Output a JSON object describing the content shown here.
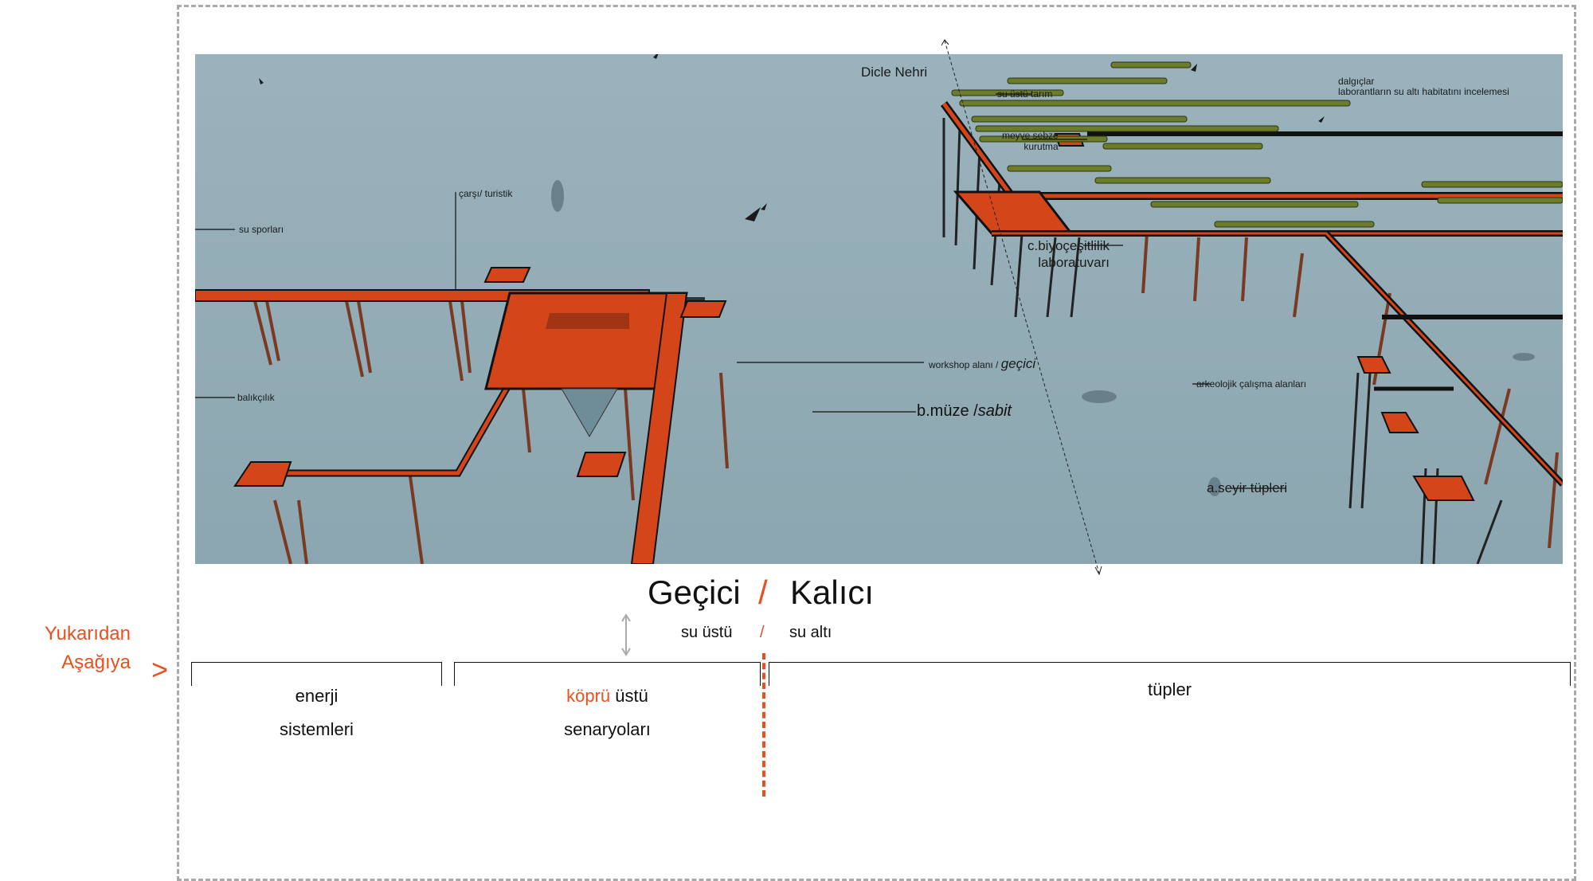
{
  "diagram": {
    "river_label": "Dicle Nehri",
    "annotations": {
      "su_sporlari": "su sporları",
      "carsi": "çarşı/ turistik",
      "balikcilik": "balıkçılık",
      "workshop": "workshop alanı /",
      "workshop_type": "geçici",
      "muze": "b.müze /",
      "muze_type": "sabit",
      "su_ustu_tarim": "su üstü tarım",
      "dalgiclar_1": "dalgıçlar",
      "dalgiclar_2": "laborantların su altı habitatını incelemesi",
      "meyve_1": "meyve sebze",
      "meyve_2": "kurutma",
      "biyo_1": "c.biyoçeşitlilik",
      "biyo_2": "laboratuvarı",
      "arkeo": "arkeolojik çalışma alanları",
      "seyir": "a.seyir tüpleri"
    }
  },
  "heading": {
    "left": "Geçici",
    "sep": "/",
    "right": "Kalıcı",
    "sub_left": "su üstü",
    "sub_sep": "/",
    "sub_right": "su altı"
  },
  "direction": {
    "line1": "Yukarıdan",
    "line2": "Aşağıya",
    "arrow": ">"
  },
  "categories": [
    {
      "line1": "enerji",
      "line2": "sistemleri"
    },
    {
      "line1_accent": "köprü",
      "line1_rest": " üstü",
      "line2": "senaryoları"
    },
    {
      "line1": "tüpler"
    }
  ],
  "colors": {
    "accent": "#e8501e",
    "water": "#93adb7",
    "bridge": "#d4461a"
  }
}
